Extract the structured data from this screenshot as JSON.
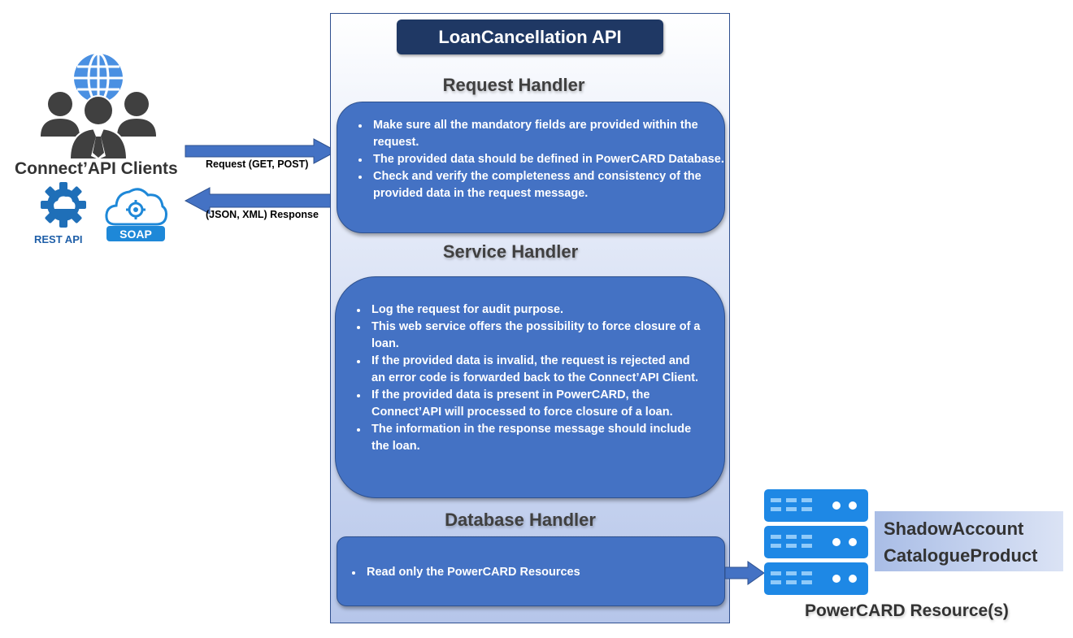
{
  "api": {
    "title": "LoanCancellation API"
  },
  "clients": {
    "label": "Connect’API Clients",
    "rest_label": "REST API",
    "soap_label": "SOAP",
    "request_arrow_label": "Request (GET, POST)",
    "response_arrow_label": "(JSON, XML) Response"
  },
  "request_handler": {
    "title": "Request Handler",
    "items": [
      "Make sure all the mandatory fields are provided within the request.",
      "The provided data should be defined in PowerCARD Database.",
      "Check and verify the completeness and consistency of the provided data in the request message."
    ]
  },
  "service_handler": {
    "title": "Service Handler",
    "items": [
      "Log the request for audit purpose.",
      "This web service offers the possibility to force closure of a loan.",
      "If the provided data is invalid, the request is rejected and an error code is forwarded back to the Connect’API Client.",
      "If the provided data is present in PowerCARD, the Connect’API will processed to force closure of a loan.",
      "The information in the response message should include the loan."
    ]
  },
  "database_handler": {
    "title": "Database Handler",
    "items": [
      "Read only the PowerCARD Resources"
    ]
  },
  "resources": {
    "names": [
      "ShadowAccount",
      "CatalogueProduct"
    ],
    "caption": "PowerCARD Resource(s)"
  },
  "colors": {
    "box_fill": "#4472c4",
    "title_fill": "#1f3864",
    "arrow_fill": "#4472c4",
    "server_fill": "#1e88e5"
  }
}
